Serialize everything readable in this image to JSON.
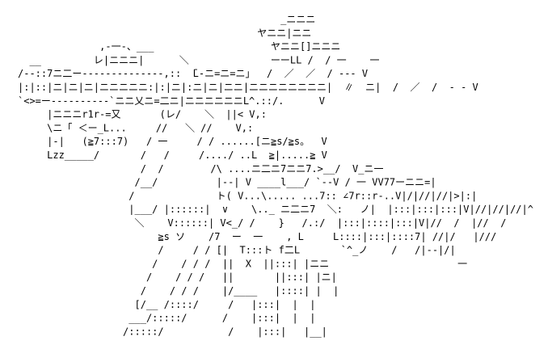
{
  "art": {
    "kind": "ascii-art",
    "ink_color": "#000000",
    "paper_color": "#ffffff",
    "lines": [
      "                                             _ニニニ",
      "                                         ヤニニ|ニニ",
      "              ,-一-、___                    ヤニニ[]ニニニ",
      "  __         レ|ニニニ|      ＼              ーーLL /  / 一    一              ",
      "/--::7ニ二ー--------------,::  ̄L-ニ=ニ=ニ」  /  ／  ／  / --- V    ",
      "|:|::|ニ|ニ|ニ|ニニニニニ:|:|ニ|:ニ|ニ|ニニ|ニニニニニニニニ|  ∥  ニ|  /  ／  /  - - V  ",
      "`<>=ー----------`ニニ乂ニ=二ニ|ニニニニニニL^.::/.      V    ",
      "     |ニニニr1r-=又   　  (レ/    ＼  ||< V,:     ",
      "     \\ニ「 ＜ー_L...     //   ＼ //    V,:     ",
      "     |-|   (≧7:::7)   / 一     / / ......[ニ≧s/≧s。  V    ",
      "     Lzz_____/       /   /     /..../ ..L  ≧|.....≧ V  ",
      "                     /  /        /\\ ....ニ二ニ7ニニ7.>__/  V_ニ一   ",
      "                    /__/          |--| V ____l___/ `--V / 一 VV77ーニニ=|",
      "                   /              ト( V...\\..... ...7:: ∠7r::r-..V|/|//|//|>|:|",
      "                   |___/ |::::::|  ∨    \\.._ ニ二ニ7  ＼:   ノ|  |:::|:::|:::|V|//|//|//|^",
      "                    ＼    V::::::| V<_/ /    }   /.:/  |:::|::::|:::|V|//  /  |//  /",
      "                        ≧s ソ    /7  ー  一    , L     L::::|:::|::::7| //|/   |///",
      "                        /     / / [|  T:::ト f二L       `^_ノ    /   /|--|/|",
      "                       /    / / /  ||  X  ||:::| |ニニ                      一",
      "                      /    / / /   ||       ||:::| |ニ|",
      "                     /    / / /    |/____   |::::| |  |",
      "                    [/__ /::::/     /   |:::|  |  |",
      "                   ___/:::::/      /    |:::|  |  |",
      "                  /:::::/           /    |:::|   |__|"
    ]
  }
}
